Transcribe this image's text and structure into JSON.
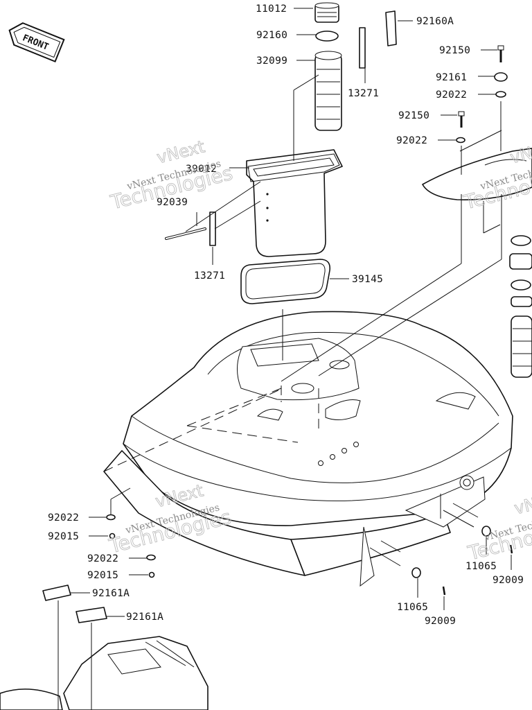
{
  "badge": {
    "text": "FRONT"
  },
  "callouts": [
    {
      "id": "c-11012",
      "text": "11012"
    },
    {
      "id": "c-92160",
      "text": "92160"
    },
    {
      "id": "c-32099",
      "text": "32099"
    },
    {
      "id": "c-13271a",
      "text": "13271"
    },
    {
      "id": "c-92160A",
      "text": "92160A"
    },
    {
      "id": "c-92150a",
      "text": "92150"
    },
    {
      "id": "c-92161",
      "text": "92161"
    },
    {
      "id": "c-92022a",
      "text": "92022"
    },
    {
      "id": "c-92150b",
      "text": "92150"
    },
    {
      "id": "c-92022b",
      "text": "92022"
    },
    {
      "id": "c-39012",
      "text": "39012"
    },
    {
      "id": "c-92039",
      "text": "92039"
    },
    {
      "id": "c-13271b",
      "text": "13271"
    },
    {
      "id": "c-39145",
      "text": "39145"
    },
    {
      "id": "c-92022c",
      "text": "92022"
    },
    {
      "id": "c-92015a",
      "text": "92015"
    },
    {
      "id": "c-92022d",
      "text": "92022"
    },
    {
      "id": "c-92015b",
      "text": "92015"
    },
    {
      "id": "c-92161Aa",
      "text": "92161A"
    },
    {
      "id": "c-92161Ab",
      "text": "92161A"
    },
    {
      "id": "c-11065a",
      "text": "11065"
    },
    {
      "id": "c-92009a",
      "text": "92009"
    },
    {
      "id": "c-11065b",
      "text": "11065"
    },
    {
      "id": "c-92009b",
      "text": "92009"
    }
  ],
  "watermarks": [
    {
      "line1": "vNext",
      "line2": "vNext Technologies",
      "line3": "Technologies"
    },
    {
      "line1": "vNext",
      "line2": "vNext Technologies",
      "line3": "Technologies"
    },
    {
      "line1": "vNext",
      "line2": "vNext Technologies",
      "line3": "Technologies"
    },
    {
      "line1": "vNext",
      "line2": "vNext Technologies",
      "line3": "Technologies"
    }
  ],
  "colors": {
    "ink": "#111111",
    "watermark": "#bdbdbd",
    "background": "#ffffff"
  }
}
